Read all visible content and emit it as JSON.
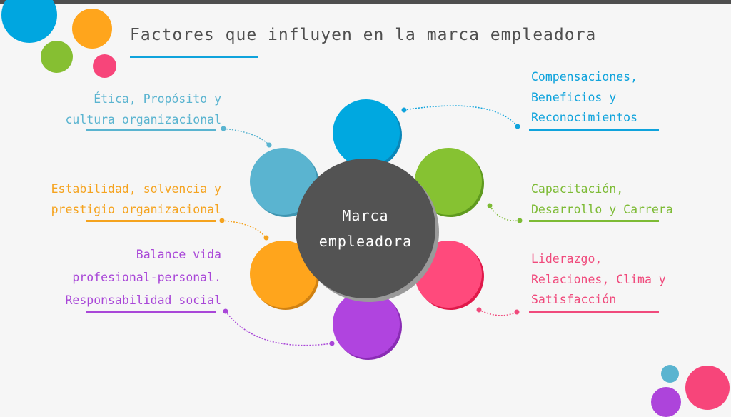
{
  "title": "Factores que influyen en la marca empleadora",
  "center": {
    "line1": "Marca",
    "line2": "empleadora"
  },
  "factors": [
    {
      "lines": [
        "Ética, Propósito y",
        "cultura organizacional"
      ],
      "color": "#5ab4d0"
    },
    {
      "lines": [
        "Estabilidad, solvencia y",
        "prestigio organizacional"
      ],
      "color": "#f5a31e"
    },
    {
      "lines": [
        "Balance vida",
        "profesional-personal.",
        "Responsabilidad social"
      ],
      "color": "#a947d8"
    },
    {
      "lines": [
        "Compensaciones,",
        "Beneficios y",
        "Reconocimientos"
      ],
      "color": "#0fa3dc"
    },
    {
      "lines": [
        "Capacitación,",
        "Desarrollo y Carrera"
      ],
      "color": "#7dbb35"
    },
    {
      "lines": [
        "Liderazgo,",
        "Relaciones, Clima y",
        "Satisfacción"
      ],
      "color": "#f04a7c"
    }
  ]
}
